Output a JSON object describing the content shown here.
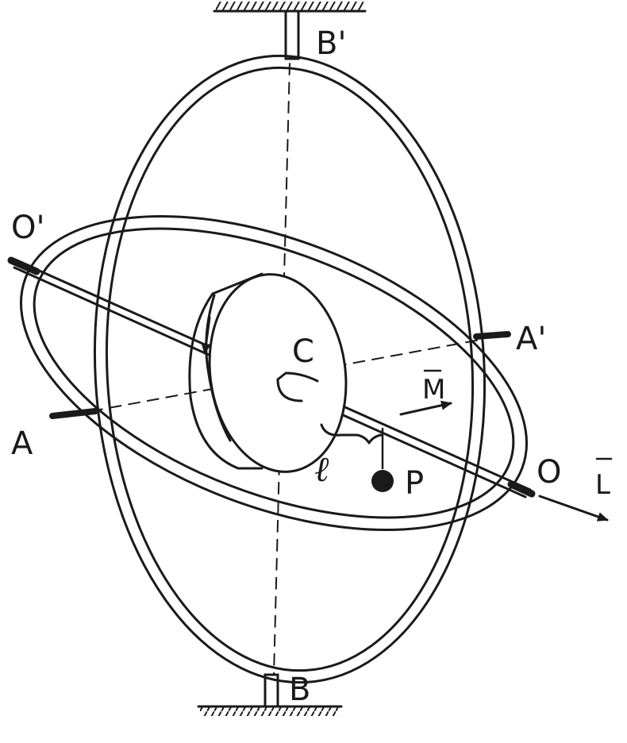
{
  "labels": {
    "B_prime": "B'",
    "B": "B",
    "O_prime": "O'",
    "O": "O",
    "A": "A",
    "A_prime": "A'",
    "C": "C",
    "M": "M",
    "l": "ℓ",
    "P": "P",
    "L": "L"
  },
  "colors": {
    "ink": "#1a1a1a",
    "paper": "#ffffff"
  }
}
